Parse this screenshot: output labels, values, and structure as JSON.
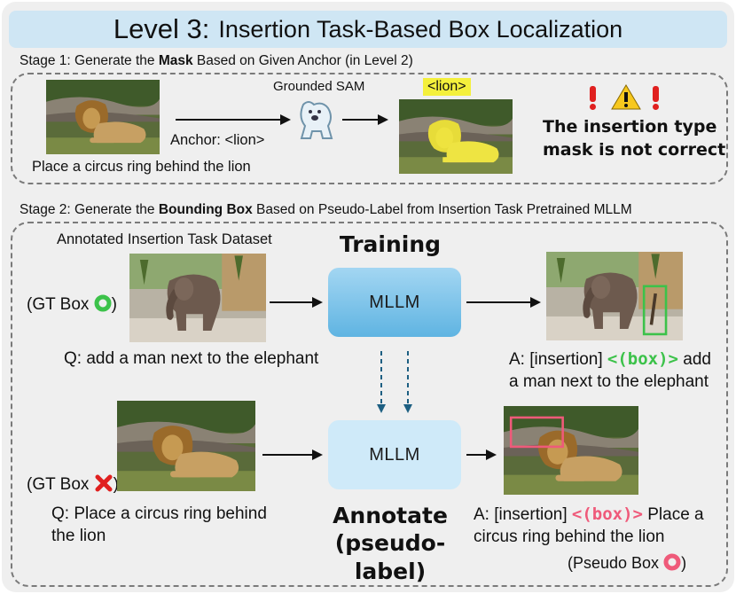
{
  "title": {
    "level": "Level 3:",
    "subtitle": "Insertion Task-Based Box Localization"
  },
  "stage1": {
    "prefix": "Stage 1: Generate the ",
    "bold": "Mask",
    "suffix": " Based on Given Anchor (in Level 2)",
    "instruction": "Place a circus ring behind the lion",
    "anchor": "Anchor: <lion>",
    "model": "Grounded SAM",
    "mask_tag": "<lion>",
    "warning_line1": "The insertion type",
    "warning_line2": "mask is not correct",
    "warning_icons": [
      "exclamation-icon",
      "warning-triangle-icon",
      "exclamation-icon"
    ]
  },
  "stage2": {
    "prefix": "Stage 2: Generate the ",
    "bold": "Bounding Box",
    "suffix": " Based on Pseudo-Label from Insertion Task Pretrained MLLM",
    "dataset_label": "Annotated Insertion Task Dataset",
    "training_heading": "Training",
    "gt_box_train": "(GT Box",
    "gt_box_close": ")",
    "gt_box_annot": "(GT Box",
    "q_train": "Q: add a man next to the elephant",
    "mllm_train": "MLLM",
    "mllm_annot": "MLLM",
    "a_train_prefix": "A: [insertion] ",
    "a_train_box": "<(box)>",
    "a_train_suffix": " add",
    "a_train_line2": "a man next to the elephant",
    "q_annot_line1": "Q: Place a circus ring behind",
    "q_annot_line2": "the lion",
    "annotate_line1": "Annotate",
    "annotate_line2": "(pseudo-label)",
    "a_annot_prefix": "A: [insertion] ",
    "a_annot_box": "<(box)>",
    "a_annot_suffix": " Place a",
    "a_annot_line2": "circus ring behind the lion",
    "pseudo_box": "(Pseudo Box",
    "pseudo_box_close": ")"
  },
  "colors": {
    "title_bg": "#cfe6f4",
    "mllm_train": "#5fb4e2",
    "mllm_annot": "#cfeaf9",
    "green": "#3cc24a",
    "pink": "#ef5a7a",
    "red": "#e0201f",
    "mask_yellow": "#f4f03c",
    "dashed_arrow": "#1d5f82"
  }
}
